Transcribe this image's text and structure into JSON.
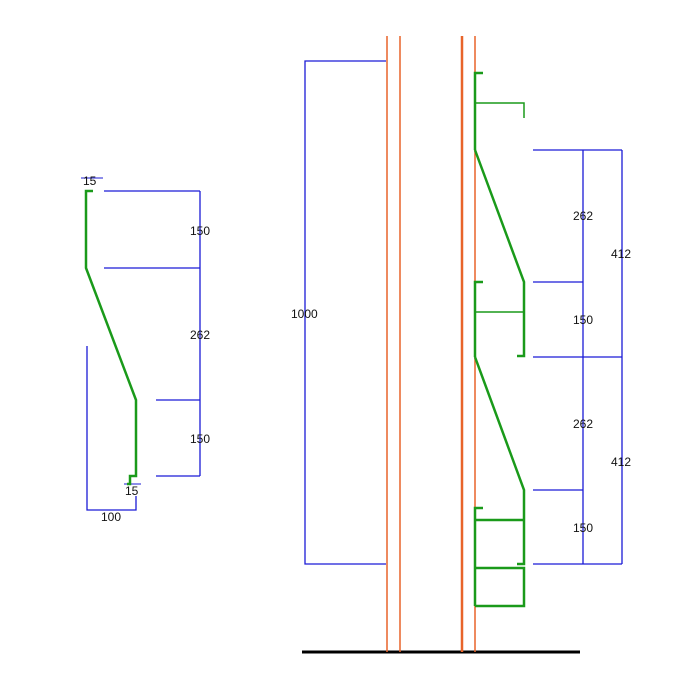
{
  "colors": {
    "dimension": "#1b1bd6",
    "profile": "#1a9a1a",
    "post": "#e8642a",
    "ground": "#000000",
    "text": "#111111",
    "background": "#ffffff"
  },
  "left_detail": {
    "top_lip_label": "15",
    "bottom_lip_label": "15",
    "upper_dim_label": "150",
    "middle_dim_label": "262",
    "lower_dim_label": "150",
    "width_dim_label": "100"
  },
  "elevation": {
    "overall_height_label": "1000",
    "upper_section": {
      "slope_dim_label": "262",
      "flat_dim_label": "150",
      "total_dim_label": "412"
    },
    "lower_section": {
      "slope_dim_label": "262",
      "flat_dim_label": "150",
      "total_dim_label": "412"
    }
  }
}
